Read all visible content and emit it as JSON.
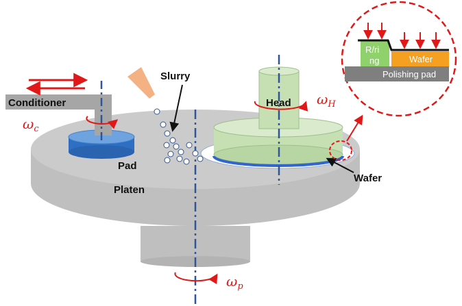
{
  "labels": {
    "slurry": "Slurry",
    "conditioner": "Conditioner",
    "pad": "Pad",
    "platen": "Platen",
    "head": "Head",
    "wafer": "Wafer",
    "inset_ring_line1": "R/ri",
    "inset_ring_line2": "ng",
    "inset_wafer": "Wafer",
    "inset_polishing_pad": "Polishing pad"
  },
  "rotations": {
    "conditioner": {
      "symbol": "ω",
      "subscript": "c"
    },
    "head": {
      "symbol": "ω",
      "subscript": "H"
    },
    "platen": {
      "symbol": "ω",
      "subscript": "p"
    }
  },
  "colors": {
    "platen": "#bfbfbf",
    "platen_top": "#c9c9c9",
    "conditioner_arm": "#a6a6a6",
    "pad_blue": "#3f7fd0",
    "pad_top": "#6fa3e0",
    "head_green": "#c6e0b4",
    "head_stroke": "#9dbf8a",
    "wafer_blue": "#3366cc",
    "arrow_red": "#e01818",
    "axis_blue": "#2f5597",
    "slurry_nozzle": "#f4b183",
    "inset_ring": "#8fd16a",
    "inset_wafer": "#f5a020",
    "inset_pad": "#7f7f7f"
  }
}
